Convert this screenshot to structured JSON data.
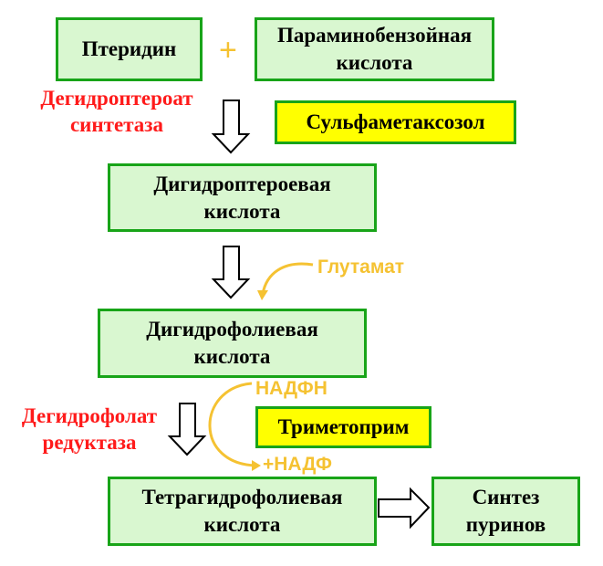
{
  "nodes": {
    "pteridine": "Птеридин",
    "paba": "Параминобензойная\nкислота",
    "dihydropteroic": "Дигидроптероевая\nкислота",
    "dihydrofolic": "Дигидрофолиевая\nкислота",
    "tetrahydrofolic": "Тетрагидрофолиевая\nкислота",
    "purine_synthesis": "Синтез\nпуринов"
  },
  "inhibitors": {
    "sulfa": "Сульфаметаксозол",
    "trimethoprim": "Триметоприм"
  },
  "enzymes": {
    "dhps": "Дегидроптероат\nсинтетаза",
    "dhfr": "Дегидрофолат\nредуктаза"
  },
  "cofactors": {
    "plus": "+",
    "glutamate": "Глутамат",
    "nadph": "НАДФН",
    "nadp": "+НАДФ"
  },
  "colors": {
    "box_fill": "#d9f7d0",
    "box_border": "#18a418",
    "inhibitor_fill": "#ffff00",
    "enzyme_text": "#ff1a1a",
    "cofactor": "#f5c232"
  }
}
